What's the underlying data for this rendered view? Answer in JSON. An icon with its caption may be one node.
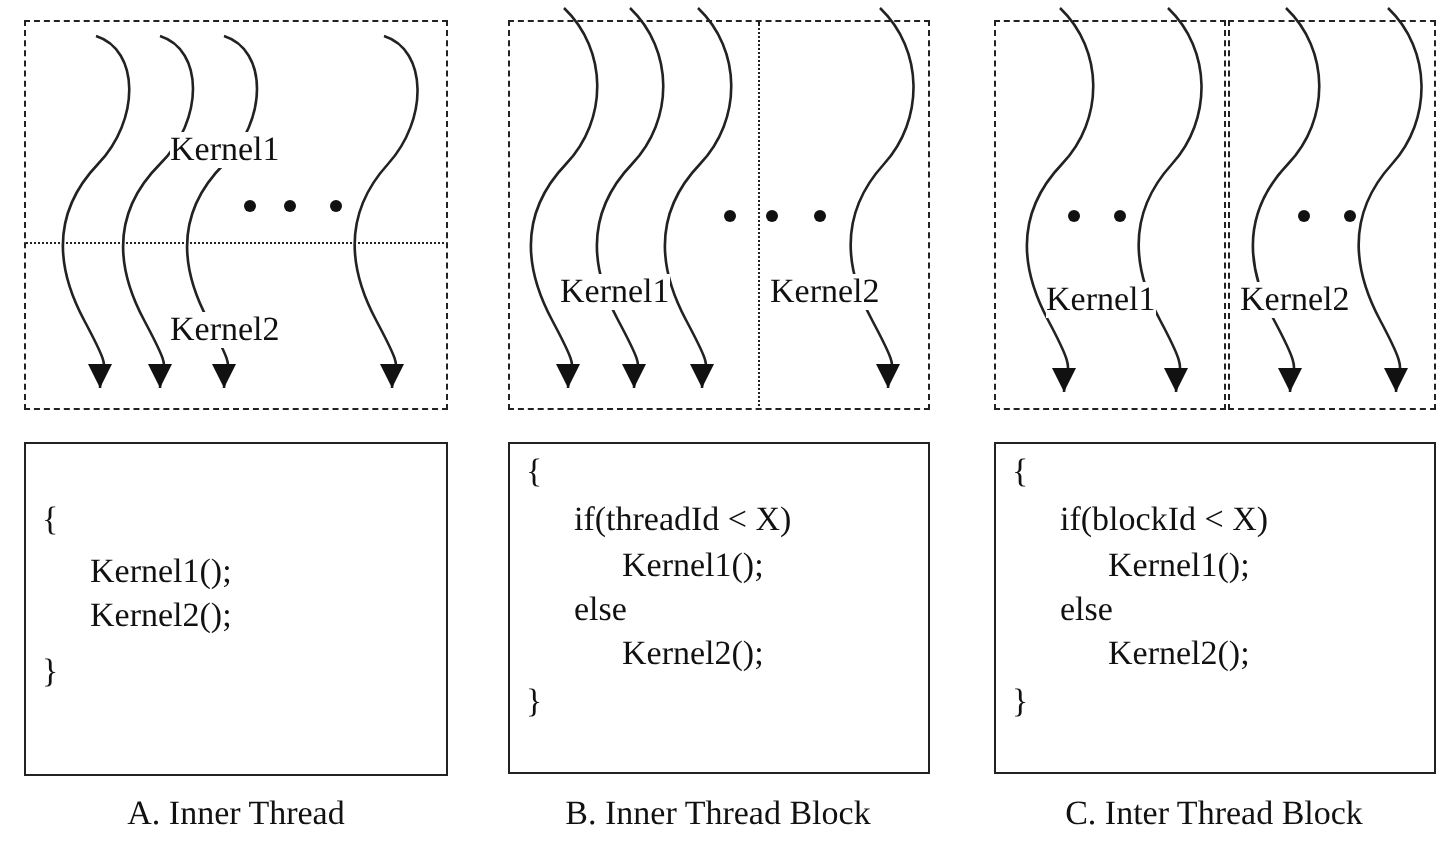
{
  "diagram": {
    "nodes": [
      {
        "text": [],
        "shape": "box"
      },
      {
        "text": [
          "Kernel1"
        ],
        "in": 0
      },
      {
        "text": [
          "Kernel2"
        ],
        "in": 0
      },
      {
        "text": [
          "{",
          "Kernel1();",
          "Kernel2();",
          "}"
        ]
      },
      {
        "text": [],
        "shape": "box"
      },
      {
        "text": [
          "Kernel1"
        ],
        "in": 4
      },
      {
        "text": [
          "Kernel2"
        ],
        "in": 4
      },
      {
        "text": [
          "{",
          "if(threadId < X)",
          "Kernel1();",
          "else",
          "Kernel2();",
          "}"
        ]
      },
      {
        "text": [
          "Kernel1"
        ]
      },
      {
        "text": [
          "Kernel2"
        ]
      },
      {
        "text": [
          "{",
          "if(blockId < X)",
          "Kernel1();",
          "else",
          "Kernel2();",
          "}"
        ]
      }
    ],
    "edges": [
      {
        "from": 1,
        "to": 2,
        "arrow": "to"
      },
      {
        "from": 1,
        "to": 2,
        "arrow": "to"
      },
      {
        "from": 1,
        "to": 2,
        "arrow": "to"
      },
      {
        "from": 1,
        "to": 2,
        "arrow": "to"
      },
      {
        "from": null,
        "to": 5,
        "arrow": "to"
      },
      {
        "from": null,
        "to": 5,
        "arrow": "to"
      },
      {
        "from": null,
        "to": 5,
        "arrow": "to"
      },
      {
        "from": null,
        "to": 6,
        "arrow": "to"
      },
      {
        "from": null,
        "to": 8,
        "arrow": "to"
      },
      {
        "from": null,
        "to": 8,
        "arrow": "to"
      },
      {
        "from": null,
        "to": 9,
        "arrow": "to"
      },
      {
        "from": null,
        "to": 9,
        "arrow": "to"
      }
    ],
    "labels": [
      "A. Inner Thread",
      "B. Inner Thread Block",
      "C. Inter Thread Block"
    ]
  }
}
